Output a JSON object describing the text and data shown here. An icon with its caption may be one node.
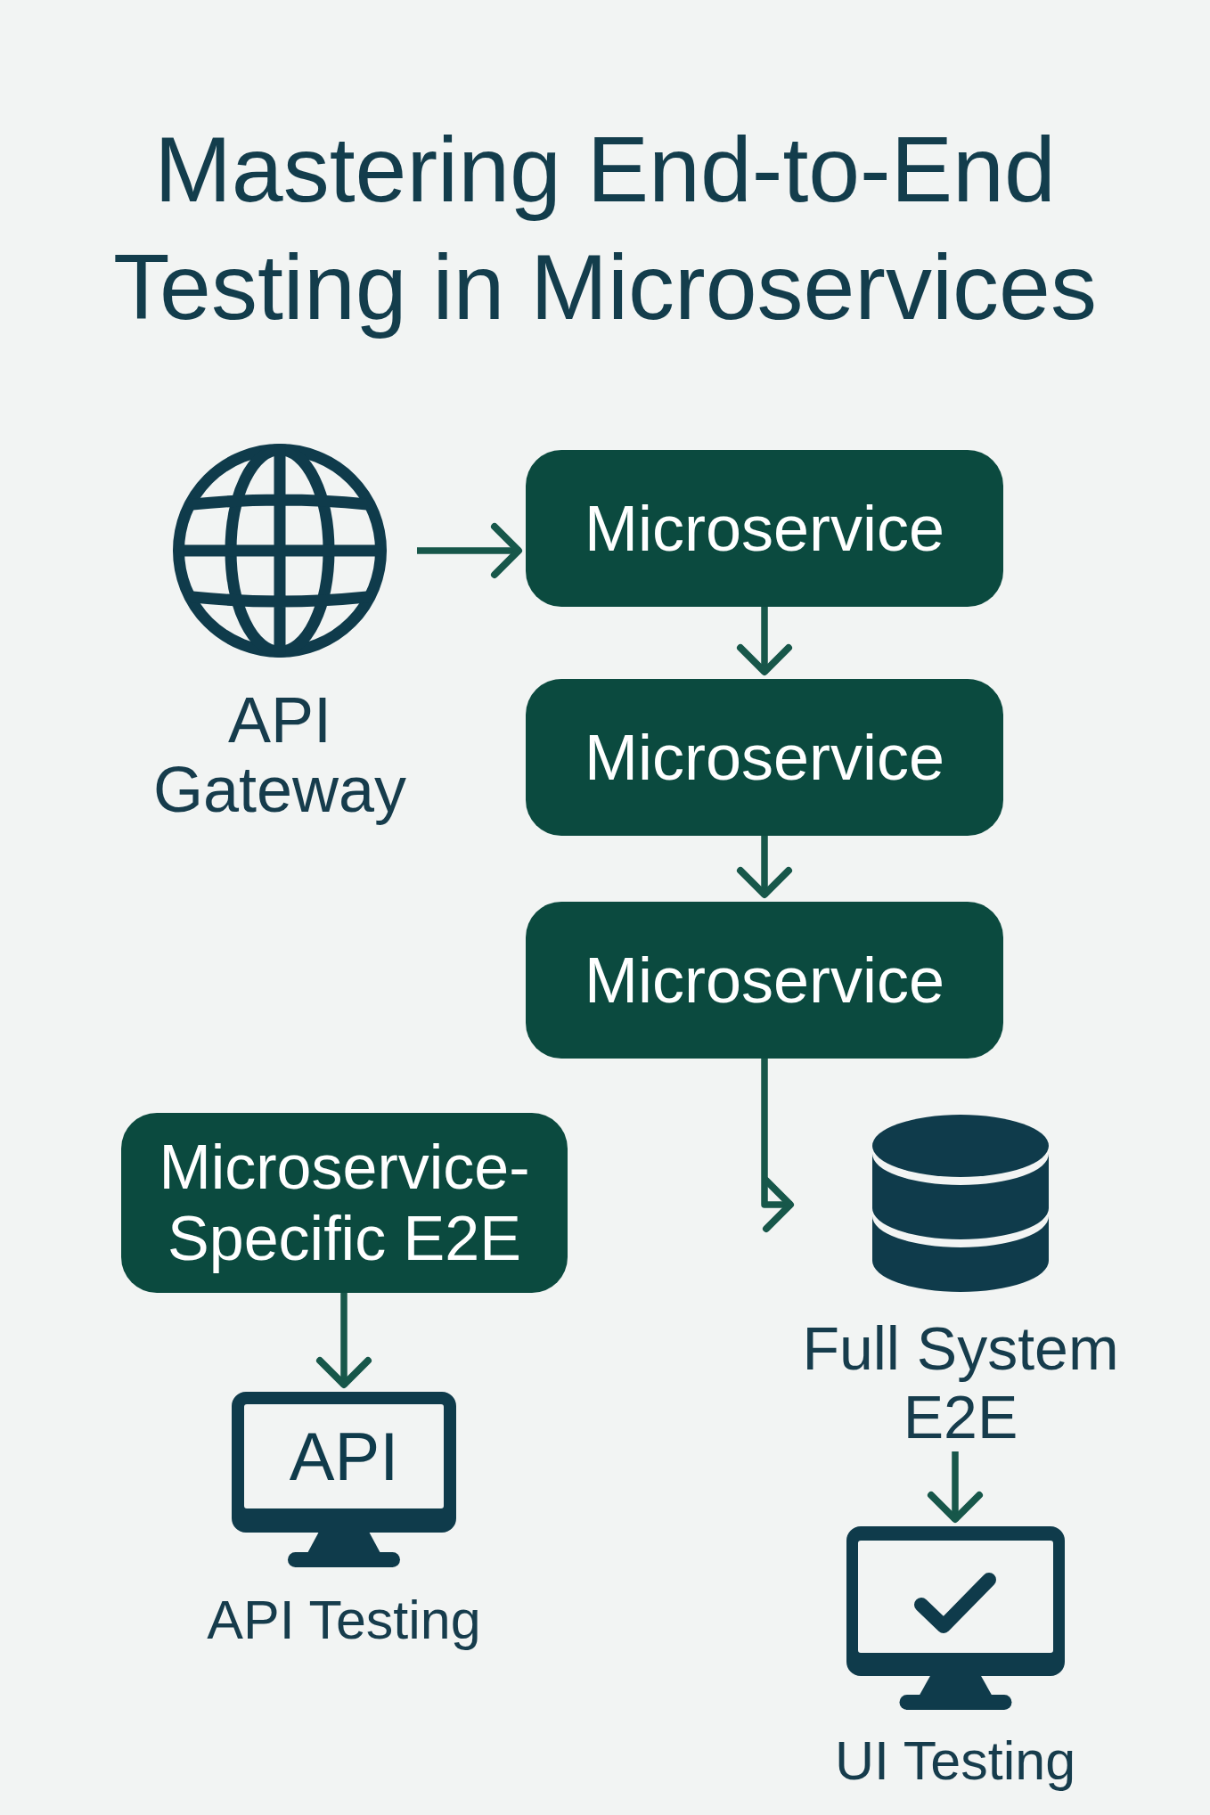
{
  "diagram": {
    "title": "Mastering End-to-End Testing in Microservices",
    "nodes": [
      {
        "text": [
          "API Gateway"
        ]
      },
      {
        "text": [
          "Microservice"
        ]
      },
      {
        "text": [
          "Microservice"
        ]
      },
      {
        "text": [
          "Microservice"
        ]
      },
      {
        "text": [
          "Microservice-Specific E2E"
        ]
      },
      {
        "text": [
          "Full System E2E"
        ]
      },
      {
        "text": [
          "API",
          "API Testing"
        ]
      },
      {
        "text": [
          "UI Testing"
        ]
      }
    ],
    "edges": [
      {
        "from": 0,
        "to": 1,
        "arrow": "to"
      },
      {
        "from": 1,
        "to": 2,
        "arrow": "to"
      },
      {
        "from": 2,
        "to": 3,
        "arrow": "to"
      },
      {
        "from": 3,
        "to": 5,
        "arrow": "to"
      },
      {
        "from": 4,
        "to": 6,
        "arrow": "to"
      },
      {
        "from": 5,
        "to": 7,
        "arrow": "to"
      }
    ]
  }
}
